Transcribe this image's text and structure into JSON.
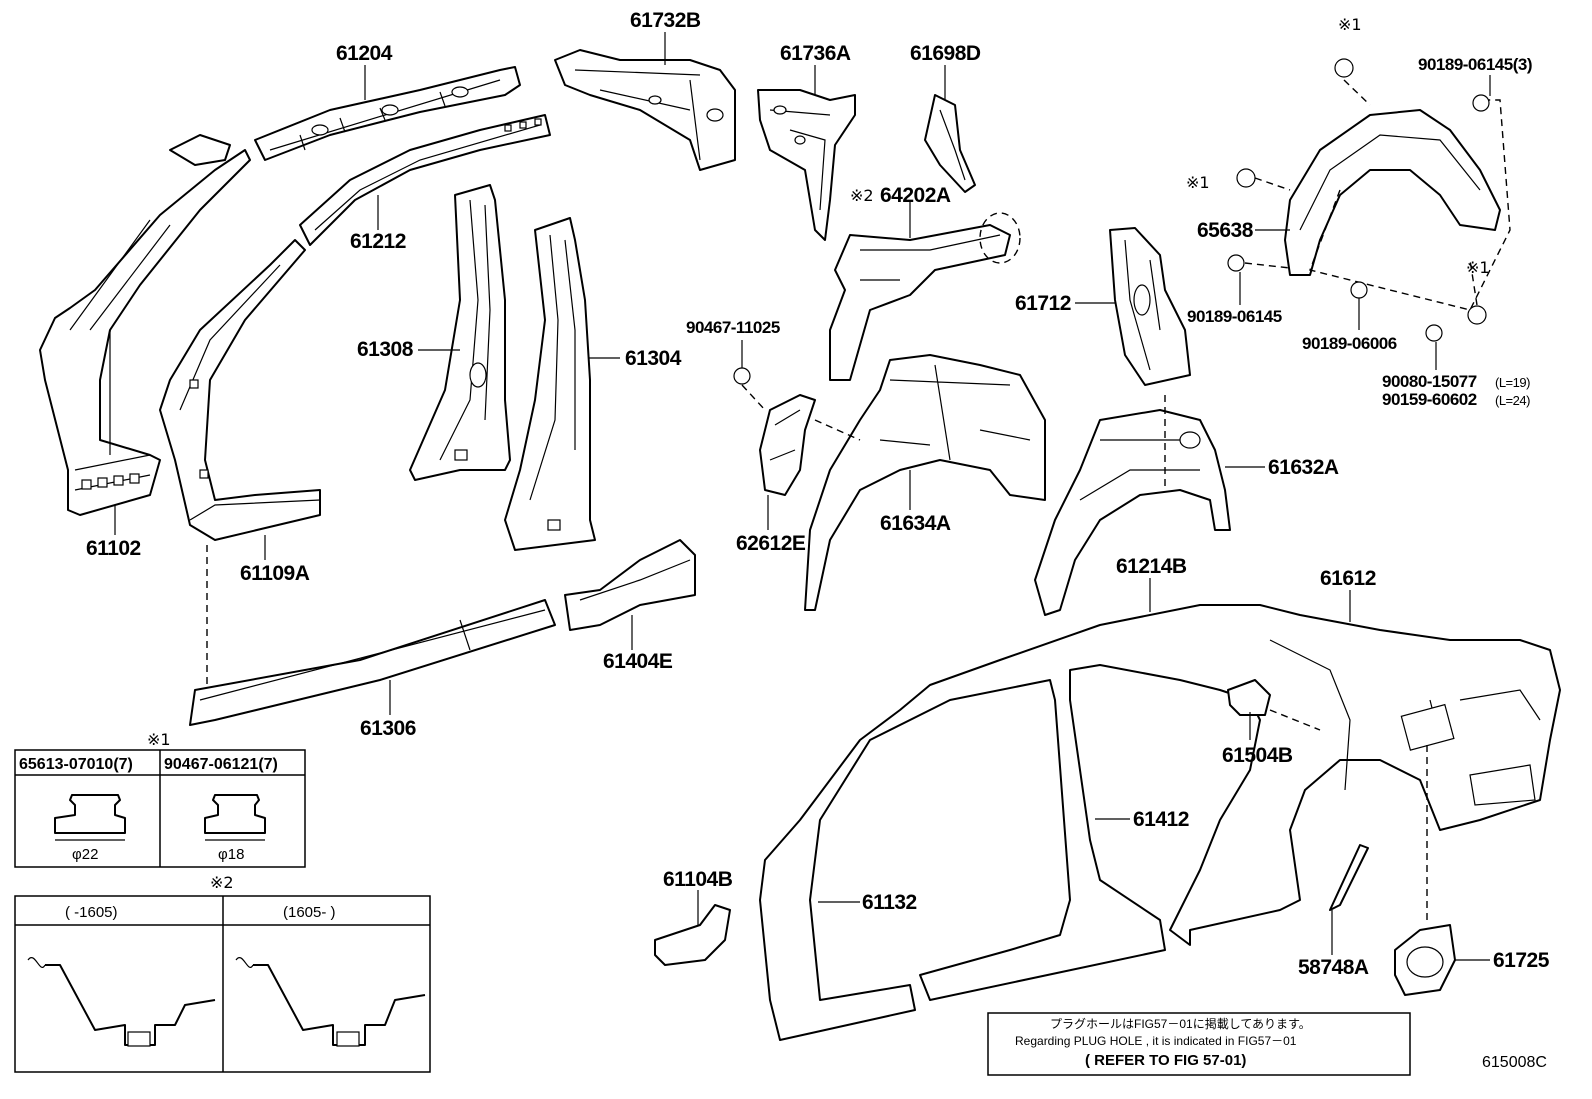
{
  "labels": {
    "p61204": "61204",
    "p61732B": "61732B",
    "p61736A": "61736A",
    "p61698D": "61698D",
    "p61212": "61212",
    "p61308": "61308",
    "p61304": "61304",
    "p61102": "61102",
    "p61109A": "61109A",
    "p61306": "61306",
    "p61404E": "61404E",
    "p64202A": "64202A",
    "p90467_11025": "90467-11025",
    "p62612E": "62612E",
    "p61634A": "61634A",
    "p61712": "61712",
    "p61632A": "61632A",
    "p61214B": "61214B",
    "p61612": "61612",
    "p61504B": "61504B",
    "p61412": "61412",
    "p61132": "61132",
    "p61104B": "61104B",
    "p58748A": "58748A",
    "p61725": "61725",
    "p65638": "65638",
    "p90189_06145_3": "90189-06145(3)",
    "p90189_06145": "90189-06145",
    "p90189_06006": "90189-06006",
    "p90080_15077": "90080-15077",
    "p90080_len": "(L=19)",
    "p90159_60602": "90159-60602",
    "p90159_len": "(L=24)"
  },
  "marks": {
    "mark1": "※1",
    "mark2": "※2"
  },
  "fastener_table": {
    "col1_header": "65613-07010(7)",
    "col2_header": "90467-06121(7)",
    "col1_dim": "φ22",
    "col2_dim": "φ18"
  },
  "version_table": {
    "col1": "(      -1605)",
    "col2": "(1605-      )"
  },
  "note": {
    "line1": "プラグホールはFIG57－01に掲載してあります。",
    "line2": "Regarding PLUG HOLE , it is indicated in FIG57－01",
    "line3": "( REFER TO FIG 57-01)"
  },
  "figure_code": "615008C"
}
